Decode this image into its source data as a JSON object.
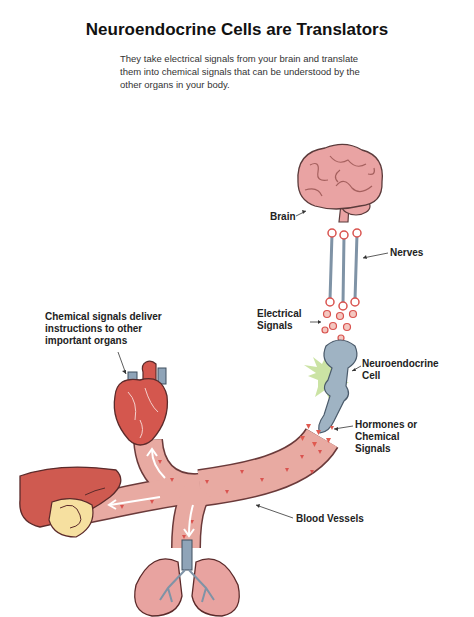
{
  "diagram": {
    "title": "Neuroendocrine Cells are Translators",
    "caption": "They take electrical signals from your brain and translate them into chemical signals that can be understood by the other organs in your body.",
    "labels": [
      "Brain",
      "Nerves",
      "Electrical Signals",
      "Neuroendocrine Cell",
      "Hormones or Chemical Signals",
      "Blood Vessels",
      "Chemical signals deliver instructions to other important organs"
    ]
  }
}
